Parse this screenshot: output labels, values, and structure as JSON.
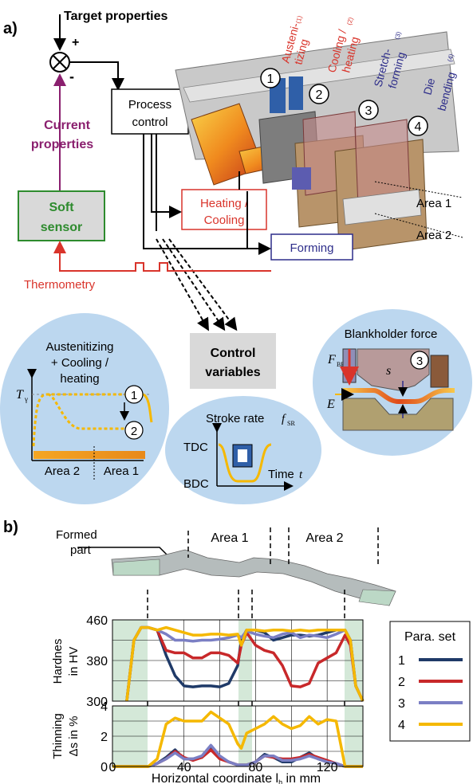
{
  "panel_a": {
    "label": "a)",
    "target_properties": "Target properties",
    "plus": "+",
    "minus": "-",
    "current_properties_1": "Current",
    "current_properties_2": "properties",
    "soft_sensor_1": "Soft",
    "soft_sensor_2": "sensor",
    "process_control_1": "Process",
    "process_control_2": "control",
    "heating_cooling_1": "Heating /",
    "heating_cooling_2": "Cooling",
    "forming": "Forming",
    "thermometry": "Thermometry",
    "control_variables_1": "Control",
    "control_variables_2": "variables",
    "stations": [
      {
        "num": "1",
        "label_1": "Austeni-",
        "label_2": "tizing",
        "sup": "(1)"
      },
      {
        "num": "2",
        "label_1": "Cooling /",
        "label_2": "heating",
        "sup": "(2)"
      },
      {
        "num": "3",
        "label_1": "Stretch-",
        "label_2": "forming",
        "sup": "(3)"
      },
      {
        "num": "4",
        "label_1": "Die",
        "label_2": "bending",
        "sup": "(4)"
      }
    ],
    "area_1": "Area 1",
    "area_2": "Area 2",
    "bubble_austenitizing": {
      "line_1": "Austenitizing",
      "line_2": "+ Cooling /",
      "line_3": "heating",
      "t_gamma": "T",
      "t_gamma_sub": "γ",
      "marker_1": "1",
      "marker_2": "2",
      "area_2": "Area 2",
      "area_1": "Area 1"
    },
    "bubble_stroke": {
      "title": "Stroke rate ",
      "symbol": "f",
      "symbol_sub": "SR",
      "tdc": "TDC",
      "bdc": "BDC",
      "time": "Time ",
      "time_symbol": "t"
    },
    "bubble_blankholder": {
      "title": "Blankholder force",
      "f_bh": "F",
      "f_bh_sub": "BH",
      "s": "s",
      "e": "E",
      "marker_3": "3"
    }
  },
  "panel_b": {
    "label": "b)",
    "formed_part_1": "Formed",
    "formed_part_2": "part",
    "area_1": "Area 1",
    "area_2": "Area 2",
    "legend_title": "Para. set",
    "legend": [
      {
        "name": "1",
        "color": "#1f3a68"
      },
      {
        "name": "2",
        "color": "#c8282a"
      },
      {
        "name": "3",
        "color": "#7b7fc4"
      },
      {
        "name": "4",
        "color": "#f5b800"
      }
    ],
    "hardness_ylabel_1": "Hardnes",
    "hardness_ylabel_2": "in HV",
    "thinning_ylabel_1": "Thinning",
    "thinning_ylabel_2": "Δs in %",
    "xlabel": "Horizontal coordinate l",
    "xlabel_sub": "h",
    "xlabel_end": " in mm"
  },
  "chart_data": [
    {
      "type": "line",
      "ylabel": "Hardnes in HV",
      "ylim": [
        300,
        460
      ],
      "yticks": [
        300,
        380,
        460
      ],
      "xlim": [
        0,
        140
      ],
      "grid": true,
      "series": [
        {
          "name": "1",
          "color": "#1f3a68",
          "x": [
            8,
            12,
            16,
            20,
            25,
            30,
            35,
            40,
            45,
            50,
            55,
            60,
            65,
            70,
            72,
            75,
            80,
            85,
            90,
            95,
            100,
            105,
            110,
            115,
            120,
            125,
            130,
            133,
            136,
            140
          ],
          "y": [
            300,
            420,
            445,
            445,
            440,
            390,
            350,
            330,
            328,
            330,
            330,
            328,
            335,
            370,
            420,
            440,
            440,
            435,
            420,
            425,
            430,
            430,
            428,
            430,
            435,
            440,
            440,
            420,
            330,
            300
          ]
        },
        {
          "name": "2",
          "color": "#c8282a",
          "x": [
            8,
            12,
            16,
            20,
            25,
            30,
            35,
            40,
            45,
            50,
            55,
            60,
            65,
            70,
            72,
            75,
            80,
            85,
            90,
            95,
            100,
            105,
            110,
            115,
            120,
            125,
            130,
            133,
            136,
            140
          ],
          "y": [
            300,
            420,
            445,
            445,
            440,
            400,
            395,
            395,
            385,
            385,
            395,
            395,
            390,
            375,
            410,
            435,
            410,
            400,
            395,
            370,
            330,
            328,
            335,
            375,
            385,
            395,
            430,
            410,
            330,
            300
          ]
        },
        {
          "name": "3",
          "color": "#7b7fc4",
          "x": [
            8,
            12,
            16,
            20,
            25,
            30,
            35,
            40,
            45,
            50,
            55,
            60,
            65,
            70,
            72,
            75,
            80,
            85,
            90,
            95,
            100,
            105,
            110,
            115,
            120,
            125,
            130,
            133,
            136,
            140
          ],
          "y": [
            300,
            420,
            445,
            445,
            440,
            432,
            420,
            420,
            418,
            420,
            420,
            422,
            425,
            430,
            425,
            438,
            432,
            428,
            425,
            432,
            435,
            425,
            430,
            428,
            425,
            432,
            440,
            420,
            330,
            300
          ]
        },
        {
          "name": "4",
          "color": "#f5b800",
          "x": [
            8,
            12,
            16,
            20,
            25,
            30,
            35,
            40,
            45,
            50,
            55,
            60,
            65,
            70,
            72,
            75,
            80,
            85,
            90,
            95,
            100,
            105,
            110,
            115,
            120,
            125,
            130,
            133,
            136,
            140
          ],
          "y": [
            300,
            420,
            445,
            445,
            440,
            445,
            440,
            435,
            430,
            430,
            432,
            432,
            430,
            432,
            410,
            440,
            440,
            438,
            440,
            440,
            438,
            440,
            438,
            440,
            440,
            440,
            440,
            420,
            330,
            300
          ]
        }
      ]
    },
    {
      "type": "line",
      "ylabel": "Thinning Δs in %",
      "xlabel": "Horizontal coordinate lh in mm",
      "ylim": [
        0,
        4
      ],
      "yticks": [
        0,
        2,
        4
      ],
      "xlim": [
        0,
        140
      ],
      "xticks": [
        0,
        40,
        80,
        120
      ],
      "grid": true,
      "series": [
        {
          "name": "1",
          "color": "#1f3a68",
          "x": [
            0,
            20,
            25,
            30,
            35,
            40,
            45,
            50,
            55,
            60,
            65,
            70,
            75,
            80,
            85,
            90,
            95,
            100,
            105,
            110,
            115,
            120,
            125,
            130,
            140
          ],
          "y": [
            0,
            0,
            0.2,
            0.6,
            1.1,
            0.5,
            0.5,
            0.6,
            1.2,
            0.6,
            0.3,
            0.1,
            0.1,
            0.3,
            0.8,
            0.6,
            0.3,
            0.3,
            0.6,
            0.9,
            0.5,
            0.3,
            0.2,
            0,
            0
          ]
        },
        {
          "name": "2",
          "color": "#c8282a",
          "x": [
            0,
            20,
            25,
            30,
            35,
            40,
            45,
            50,
            55,
            60,
            65,
            70,
            75,
            80,
            85,
            90,
            95,
            100,
            105,
            110,
            115,
            120,
            125,
            130,
            140
          ],
          "y": [
            0,
            0,
            0.2,
            0.5,
            1.0,
            0.6,
            0.4,
            0.6,
            1.1,
            0.5,
            0.3,
            0.1,
            0.1,
            0.3,
            0.7,
            0.6,
            0.5,
            0.5,
            0.6,
            0.8,
            0.6,
            0.4,
            0.2,
            0,
            0
          ]
        },
        {
          "name": "3",
          "color": "#7b7fc4",
          "x": [
            0,
            20,
            25,
            30,
            35,
            40,
            45,
            50,
            55,
            60,
            65,
            70,
            75,
            80,
            85,
            90,
            95,
            100,
            105,
            110,
            115,
            120,
            125,
            130,
            140
          ],
          "y": [
            0,
            0,
            0.2,
            0.5,
            0.9,
            0.5,
            0.5,
            0.7,
            1.4,
            0.7,
            0.3,
            0.1,
            0.1,
            0.3,
            0.7,
            0.7,
            0.4,
            0.4,
            0.5,
            0.7,
            0.5,
            0.3,
            0.2,
            0,
            0
          ]
        },
        {
          "name": "4",
          "color": "#f5b800",
          "x": [
            0,
            20,
            25,
            30,
            35,
            40,
            45,
            50,
            55,
            60,
            65,
            70,
            72,
            75,
            80,
            85,
            90,
            95,
            100,
            105,
            110,
            115,
            120,
            125,
            130,
            140
          ],
          "y": [
            0,
            0,
            0.5,
            2.8,
            3.2,
            3.0,
            3.0,
            3.0,
            3.6,
            3.2,
            2.8,
            1.5,
            1.2,
            2.2,
            2.5,
            2.8,
            3.3,
            2.8,
            2.5,
            2.7,
            3.3,
            2.8,
            3.1,
            3.0,
            0,
            0
          ]
        }
      ]
    }
  ]
}
